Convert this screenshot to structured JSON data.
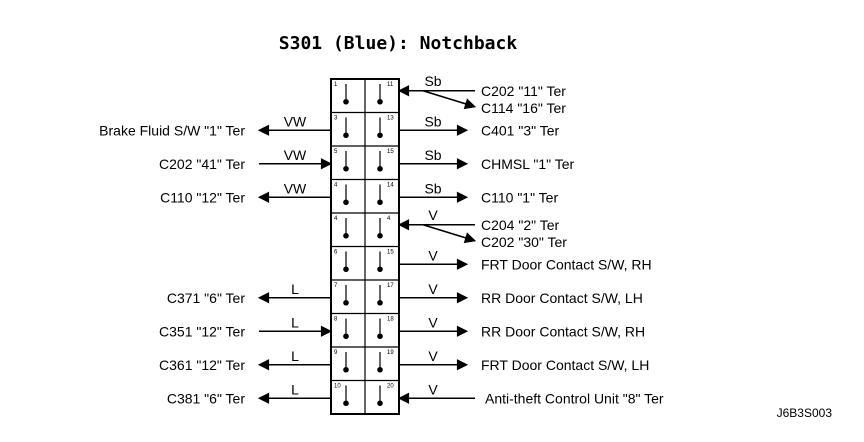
{
  "title": "S301 (Blue): Notchback",
  "code": "J6B3S003",
  "left_pins": [
    "1",
    "3",
    "5",
    "4",
    "4",
    "6",
    "7",
    "8",
    "9",
    "10"
  ],
  "right_pins": [
    "11",
    "13",
    "15",
    "14",
    "4",
    "15",
    "17",
    "18",
    "19",
    "20"
  ],
  "left_connections": [
    {
      "pin": 2,
      "wire": "VW",
      "label": "Brake Fluid S/W \"1\" Ter",
      "dir": "out"
    },
    {
      "pin": 3,
      "wire": "VW",
      "label": "C202 \"41\" Ter",
      "dir": "in"
    },
    {
      "pin": 4,
      "wire": "VW",
      "label": "C110 \"12\" Ter",
      "dir": "out"
    },
    {
      "pin": 7,
      "wire": "L",
      "label": "C371 \"6\" Ter",
      "dir": "out"
    },
    {
      "pin": 8,
      "wire": "L",
      "label": "C351 \"12\" Ter",
      "dir": "in"
    },
    {
      "pin": 9,
      "wire": "L",
      "label": "C361 \"12\" Ter",
      "dir": "out"
    },
    {
      "pin": 10,
      "wire": "L",
      "label": "C381 \"6\" Ter",
      "dir": "out"
    }
  ],
  "right_connections": [
    {
      "pin": 1,
      "wire": "Sb",
      "labels": [
        "C202 \"11\" Ter",
        "C114 \"16\" Ter"
      ],
      "dir": "split"
    },
    {
      "pin": 2,
      "wire": "Sb",
      "label": "C401 \"3\" Ter",
      "dir": "out"
    },
    {
      "pin": 3,
      "wire": "Sb",
      "label": "CHMSL \"1\" Ter",
      "dir": "out"
    },
    {
      "pin": 4,
      "wire": "Sb",
      "label": "C110 \"1\" Ter",
      "dir": "out"
    },
    {
      "pin": 5,
      "wire": "V",
      "labels": [
        "C204 \"2\" Ter",
        "C202 \"30\" Ter"
      ],
      "dir": "split"
    },
    {
      "pin": 6,
      "wire": "V",
      "label": "FRT Door Contact S/W, RH",
      "dir": "out"
    },
    {
      "pin": 7,
      "wire": "V",
      "label": "RR Door Contact S/W, LH",
      "dir": "out"
    },
    {
      "pin": 8,
      "wire": "V",
      "label": "RR Door Contact S/W, RH",
      "dir": "out"
    },
    {
      "pin": 9,
      "wire": "V",
      "label": "FRT Door Contact S/W, LH",
      "dir": "out"
    },
    {
      "pin": 10,
      "wire": "V",
      "label": "Anti-theft Control Unit \"8\" Ter",
      "dir": "in"
    }
  ]
}
